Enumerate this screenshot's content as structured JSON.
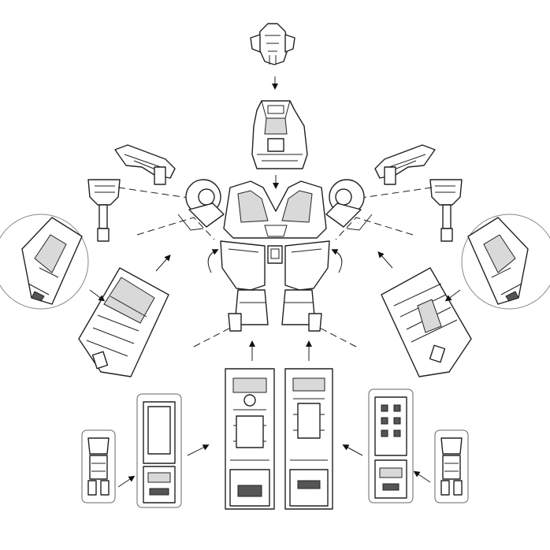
{
  "diagram": {
    "kind": "assembly-instruction",
    "colors": {
      "ink": "#222222",
      "paper": "#ffffff",
      "shade": "#d9d9d9",
      "dark": "#555555"
    },
    "icons": [
      "arrow-down-icon",
      "arrow-up-icon",
      "arrow-diagonal-icon",
      "curved-arrow-icon"
    ],
    "parts": [
      "head-crest",
      "head",
      "chest-torso",
      "left-shoulder-cannon",
      "right-shoulder-cannon",
      "left-fist",
      "right-fist",
      "left-car-detail",
      "right-car-detail",
      "left-arm-vehicle",
      "right-arm-vehicle",
      "left-leg-truck",
      "right-leg-truck",
      "left-small-bot",
      "left-small-truck",
      "right-small-bot",
      "right-small-truck"
    ]
  }
}
